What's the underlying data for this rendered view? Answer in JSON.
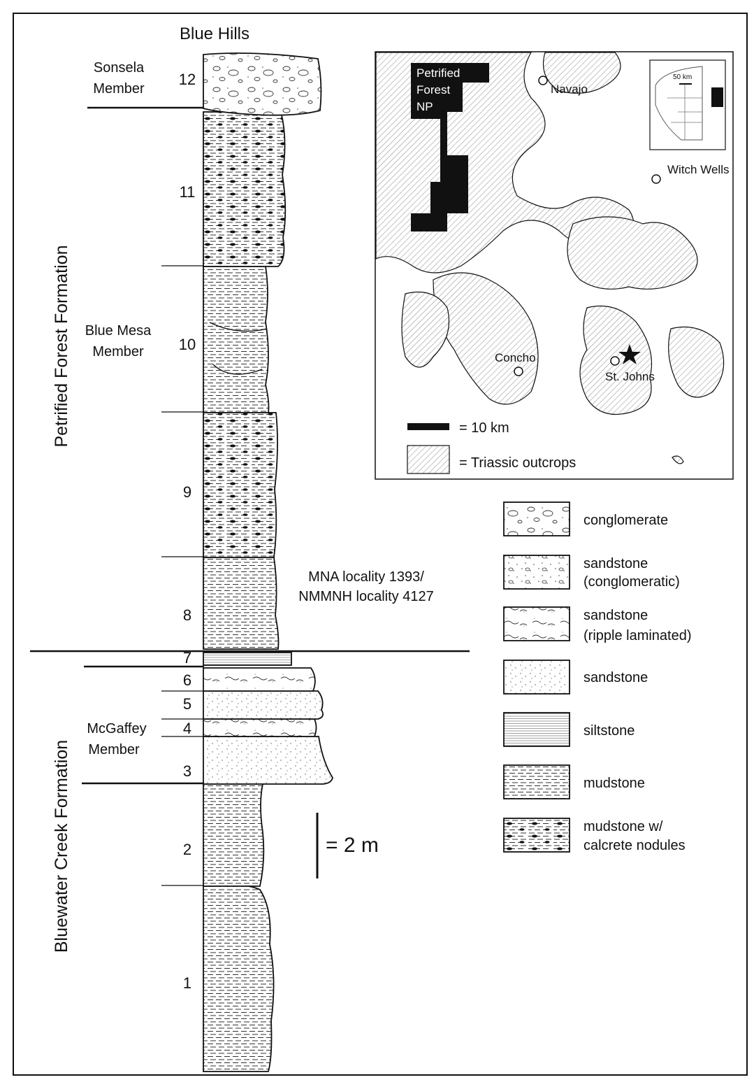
{
  "section": {
    "title": "Blue Hills",
    "formations": [
      {
        "key": "petrified",
        "name": "Petrified Forest Formation"
      },
      {
        "key": "bluewater",
        "name": "Bluewater Creek Formation"
      }
    ],
    "members": [
      {
        "key": "sonsela",
        "lines": [
          "Sonsela",
          "Member"
        ]
      },
      {
        "key": "bluemesa",
        "lines": [
          "Blue Mesa",
          "Member"
        ]
      },
      {
        "key": "mcgaffey",
        "lines": [
          "McGaffey",
          "Member"
        ]
      }
    ],
    "units": [
      "1",
      "2",
      "3",
      "4",
      "5",
      "6",
      "7",
      "8",
      "9",
      "10",
      "11",
      "12"
    ],
    "locality_note": [
      "MNA locality 1393/",
      "NMMNH locality 4127"
    ],
    "scale_label": "= 2 m"
  },
  "map": {
    "park_label": [
      "Petrified",
      "Forest",
      "NP"
    ],
    "towns": [
      "Navajo",
      "Witch Wells",
      "Concho",
      "St. Johns"
    ],
    "inset_scale": "50 km",
    "scale_label": "= 10 km",
    "outcrop_label": "= Triassic outcrops"
  },
  "legend": [
    {
      "key": "conglomerate",
      "lines": [
        "conglomerate"
      ]
    },
    {
      "key": "sandstone-congl",
      "lines": [
        "sandstone",
        "(conglomeratic)"
      ]
    },
    {
      "key": "sandstone-ripple",
      "lines": [
        "sandstone",
        "(ripple laminated)"
      ]
    },
    {
      "key": "sandstone",
      "lines": [
        "sandstone"
      ]
    },
    {
      "key": "siltstone",
      "lines": [
        "siltstone"
      ]
    },
    {
      "key": "mudstone",
      "lines": [
        "mudstone"
      ]
    },
    {
      "key": "mudstone-calcrete",
      "lines": [
        "mudstone w/",
        "calcrete nodules"
      ]
    }
  ]
}
